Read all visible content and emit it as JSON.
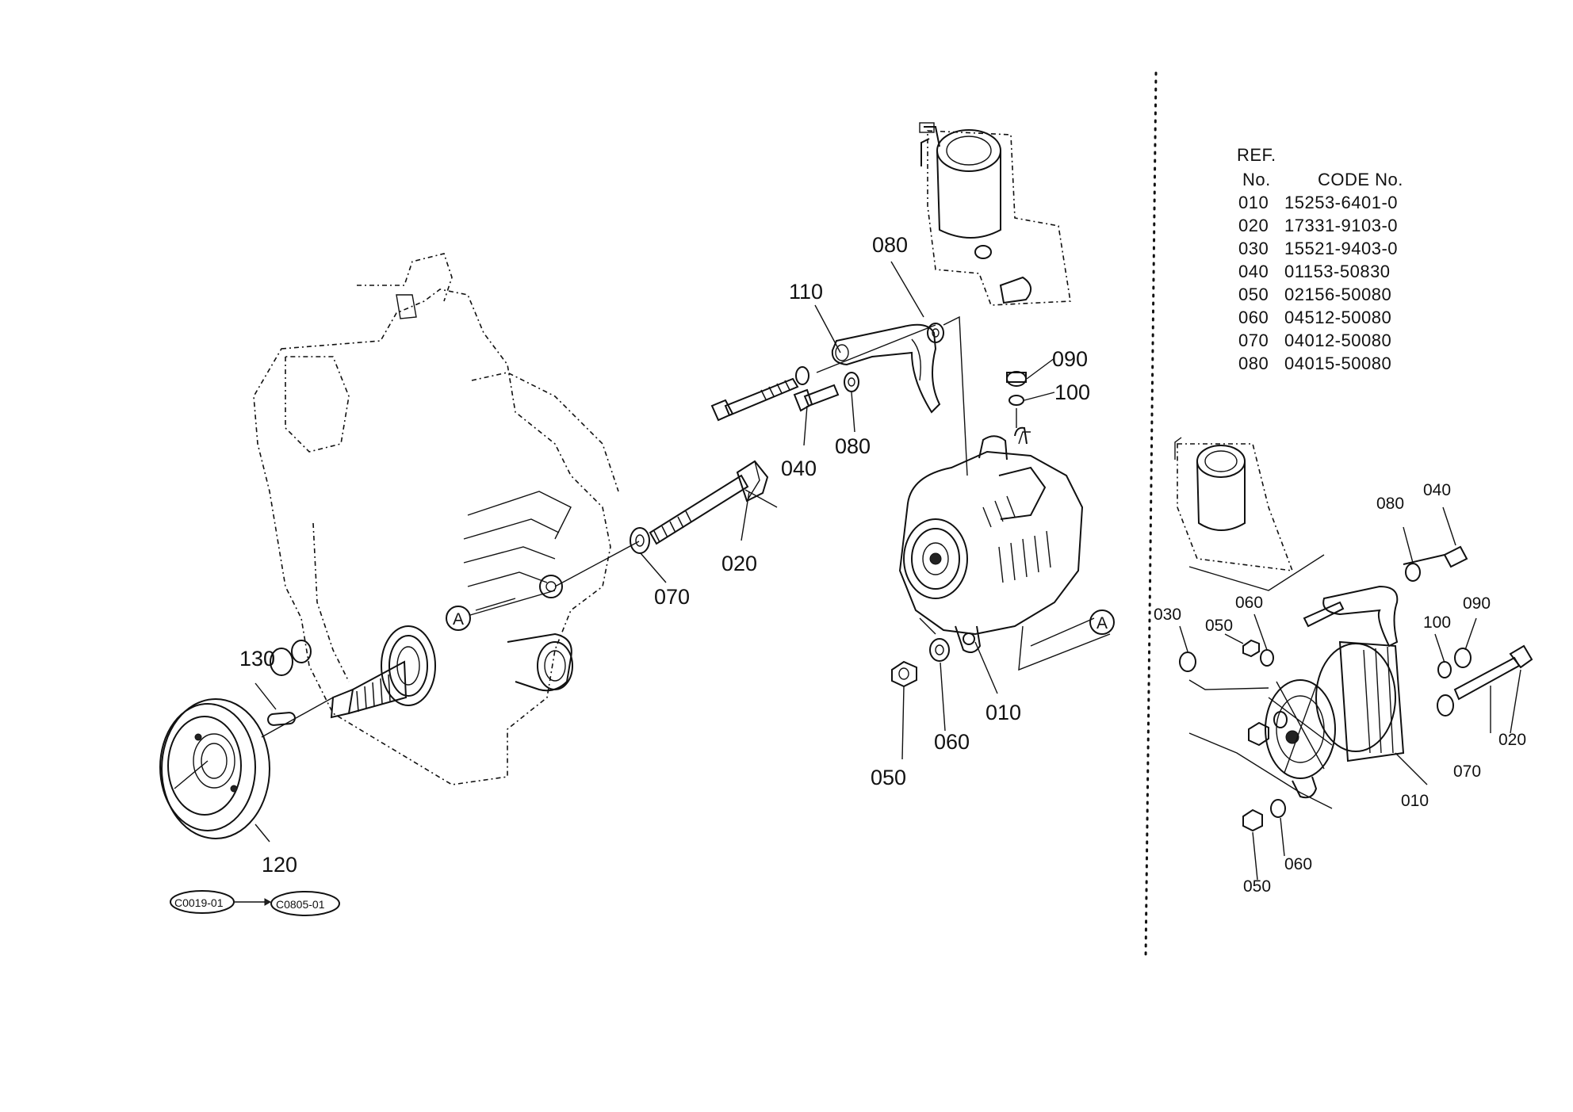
{
  "callouts": {
    "p010": "010",
    "p020": "020",
    "p040": "040",
    "p050": "050",
    "p060": "060",
    "p070": "070",
    "p080a": "080",
    "p080b": "080",
    "p090": "090",
    "p100": "100",
    "p110": "110",
    "p120": "120",
    "p130": "130",
    "marker_a1": "A",
    "marker_a2": "A"
  },
  "inset_callouts": {
    "p010": "010",
    "p020": "020",
    "p030": "030",
    "p040": "040",
    "p050a": "050",
    "p050b": "050",
    "p060a": "060",
    "p060b": "060",
    "p070": "070",
    "p080": "080",
    "p090": "090",
    "p100": "100"
  },
  "reference_table": {
    "header_ref": "REF.",
    "header_no": "No.",
    "header_code": "CODE No.",
    "rows": [
      {
        "ref": "010",
        "code": "15253-6401-0"
      },
      {
        "ref": "020",
        "code": "17331-9103-0"
      },
      {
        "ref": "030",
        "code": "15521-9403-0"
      },
      {
        "ref": "040",
        "code": "01153-50830"
      },
      {
        "ref": "050",
        "code": "02156-50080"
      },
      {
        "ref": "060",
        "code": "04512-50080"
      },
      {
        "ref": "070",
        "code": "04012-50080"
      },
      {
        "ref": "080",
        "code": "04015-50080"
      }
    ]
  },
  "cross_refs": {
    "from": "C0019-01",
    "to": "C0805-01"
  }
}
